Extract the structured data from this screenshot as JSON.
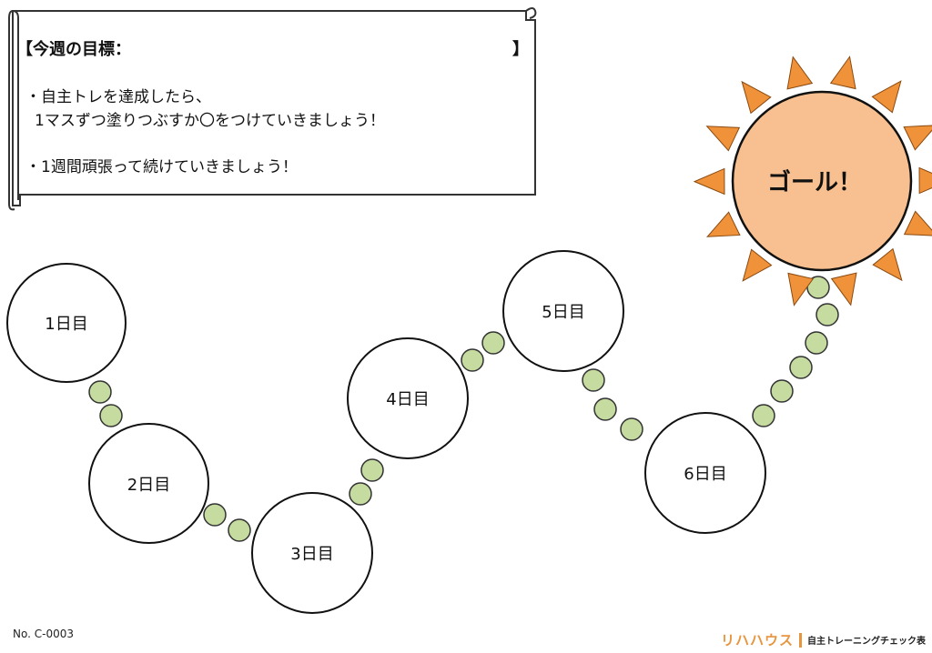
{
  "sheet": {
    "goal_label": "【今週の目標：",
    "goal_close": "】",
    "instruction_1_line1": "・自主トレを達成したら、",
    "instruction_1_line2": "1マスずつ塗りつぶすか〇をつけていきましょう！",
    "instruction_2": "・1週間頑張って続けていきましょう！"
  },
  "days": [
    "1日目",
    "2日目",
    "3日目",
    "4日目",
    "5日目",
    "6日目"
  ],
  "goal": {
    "label": "ゴール！"
  },
  "footer": {
    "doc_number": "No. C-0003",
    "brand": "リハハウス",
    "brand_sub": "自主トレーニングチェック表"
  },
  "colors": {
    "sun_fill": "#f8c090",
    "sun_ray": "#f0923a",
    "dot_fill": "#c5dba0",
    "brand": "#e8953f"
  }
}
